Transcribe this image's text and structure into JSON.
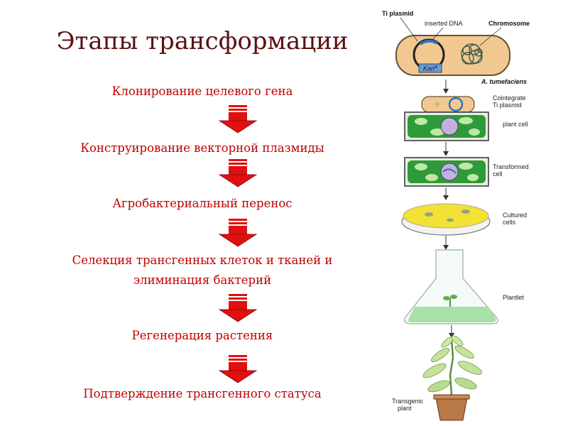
{
  "title": "Этапы трансформации",
  "steps": [
    "Клонирование целевого гена",
    "Конструирование векторной плазмиды",
    "Агробактериальный перенос",
    "Селекция трансгенных клеток и тканей и",
    "элиминация бактерий",
    "Регенерация растения",
    "Подтверждение трансгенного статуса"
  ],
  "diagram": {
    "ti_plasmid": "Ti plasmid",
    "inserted_dna": "inserted DNA",
    "chromosome": "Chromosome",
    "kan": "Kan",
    "kan_sup": "R",
    "a_tumefaciens": "A. tumefaciens",
    "cointegrate_1": "Cointegrate",
    "cointegrate_2": "Ti plasmid",
    "plant_cell": "plant cell",
    "transformed_1": "Transformed",
    "transformed_2": "cell",
    "cultured_1": "Cultured",
    "cultured_2": "cells",
    "plantlet": "Plantlet",
    "transgenic_1": "Transgenic",
    "transgenic_2": "plant"
  },
  "colors": {
    "title": "#5a1010",
    "step_text": "#c00000",
    "arrow_red": "#e01010",
    "cell_green": "#2e9a3a",
    "bacterium": "#f0c890"
  }
}
